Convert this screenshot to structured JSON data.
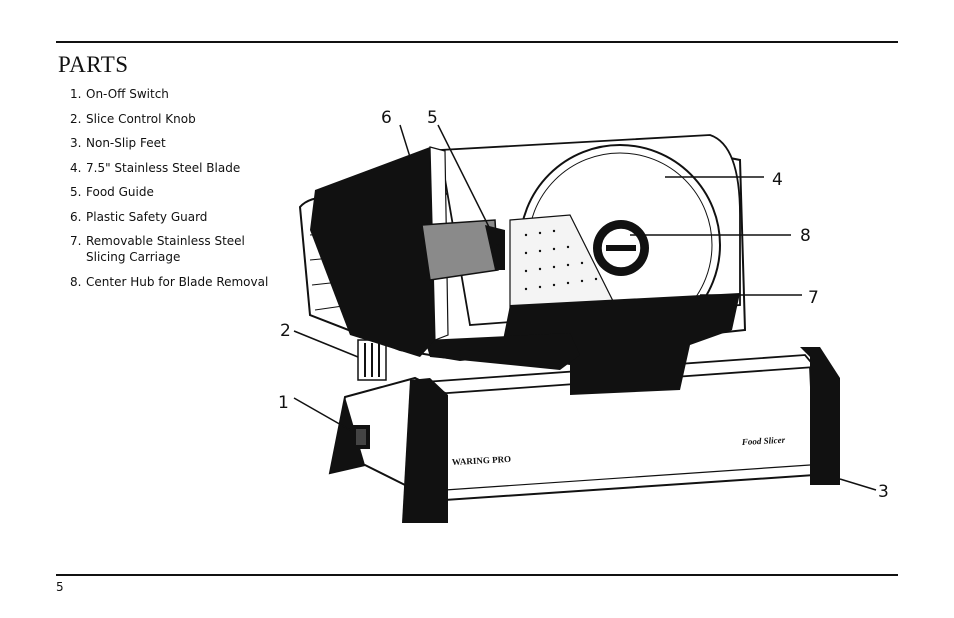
{
  "section_title": "PARTS",
  "parts": [
    {
      "number": "1.",
      "label": "On-Off Switch"
    },
    {
      "number": "2.",
      "label": "Slice Control Knob"
    },
    {
      "number": "3.",
      "label": "Non-Slip Feet"
    },
    {
      "number": "4.",
      "label": "7.5\" Stainless Steel Blade"
    },
    {
      "number": "5.",
      "label": "Food Guide"
    },
    {
      "number": "6.",
      "label": "Plastic Safety Guard"
    },
    {
      "number": "7.",
      "label": "Removable Stainless Steel Slicing Carriage"
    },
    {
      "number": "8.",
      "label": "Center Hub for Blade Removal"
    }
  ],
  "diagram": {
    "callouts": [
      "1",
      "2",
      "3",
      "4",
      "5",
      "6",
      "7",
      "8"
    ],
    "brand_text": "WARING PRO",
    "product_text": "Food Slicer"
  },
  "page_number": "5"
}
